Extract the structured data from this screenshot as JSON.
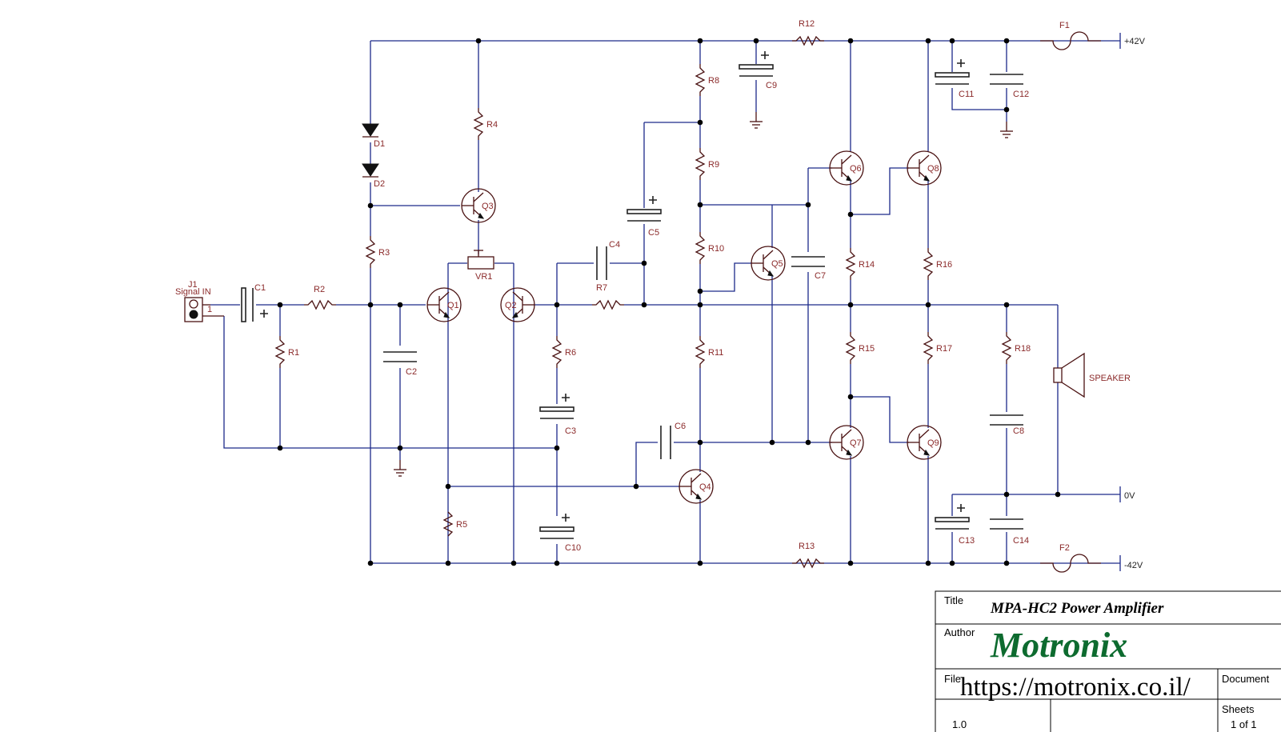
{
  "diagram": {
    "connector_label": "J1",
    "connector_name": "Signal IN",
    "connector_pin": "1",
    "rails": {
      "positive": "+42V",
      "ground": "0V",
      "negative": "-42V"
    },
    "components": {
      "resistors": [
        "R1",
        "R2",
        "R3",
        "R4",
        "R5",
        "R6",
        "R7",
        "R8",
        "R9",
        "R10",
        "R11",
        "R12",
        "R13",
        "R14",
        "R15",
        "R16",
        "R17",
        "R18"
      ],
      "capacitors": [
        "C1",
        "C2",
        "C3",
        "C4",
        "C5",
        "C6",
        "C7",
        "C8",
        "C9",
        "C10",
        "C11",
        "C12",
        "C13",
        "C14"
      ],
      "transistors": [
        "Q1",
        "Q2",
        "Q3",
        "Q4",
        "Q5",
        "Q6",
        "Q7",
        "Q8",
        "Q9"
      ],
      "diodes": [
        "D1",
        "D2"
      ],
      "fuses": [
        "F1",
        "F2"
      ],
      "trimmer": "VR1",
      "speaker": "SPEAKER"
    }
  },
  "title_block": {
    "title_caption": "Title",
    "title": "MPA-HC2 Power Amplifier",
    "author_caption": "Author",
    "author": "Motronix",
    "file_caption": "File",
    "url": "https://motronix.co.il/",
    "document_caption": "Document",
    "sheets_caption": "Sheets",
    "revision": "1.0",
    "sheets": "1 of 1"
  }
}
